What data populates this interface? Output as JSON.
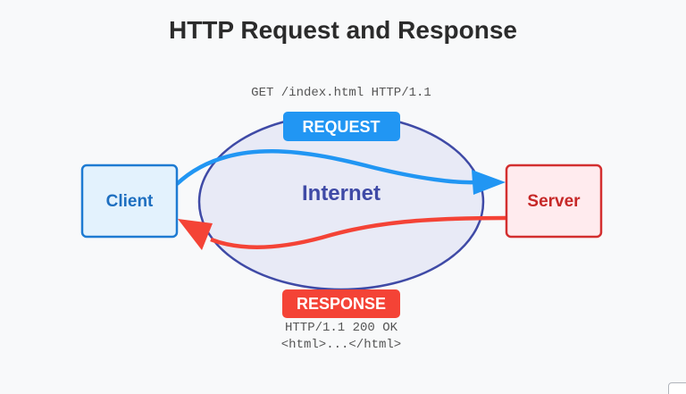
{
  "title": "HTTP Request and Response",
  "nodes": {
    "client": "Client",
    "server": "Server",
    "internet": "Internet"
  },
  "request": {
    "label": "REQUEST",
    "line": "GET /index.html HTTP/1.1"
  },
  "response": {
    "label": "RESPONSE",
    "status_line": "HTTP/1.1 200 OK",
    "body": "<html>...</html>"
  },
  "colors": {
    "request": "#2196f3",
    "response": "#f44336",
    "internet_stroke": "#3f4aa6",
    "internet_fill": "#e8eaf6",
    "client_stroke": "#1e7bd2",
    "client_fill": "#e3f2fd",
    "server_stroke": "#d32f2f",
    "server_fill": "#ffebee"
  }
}
